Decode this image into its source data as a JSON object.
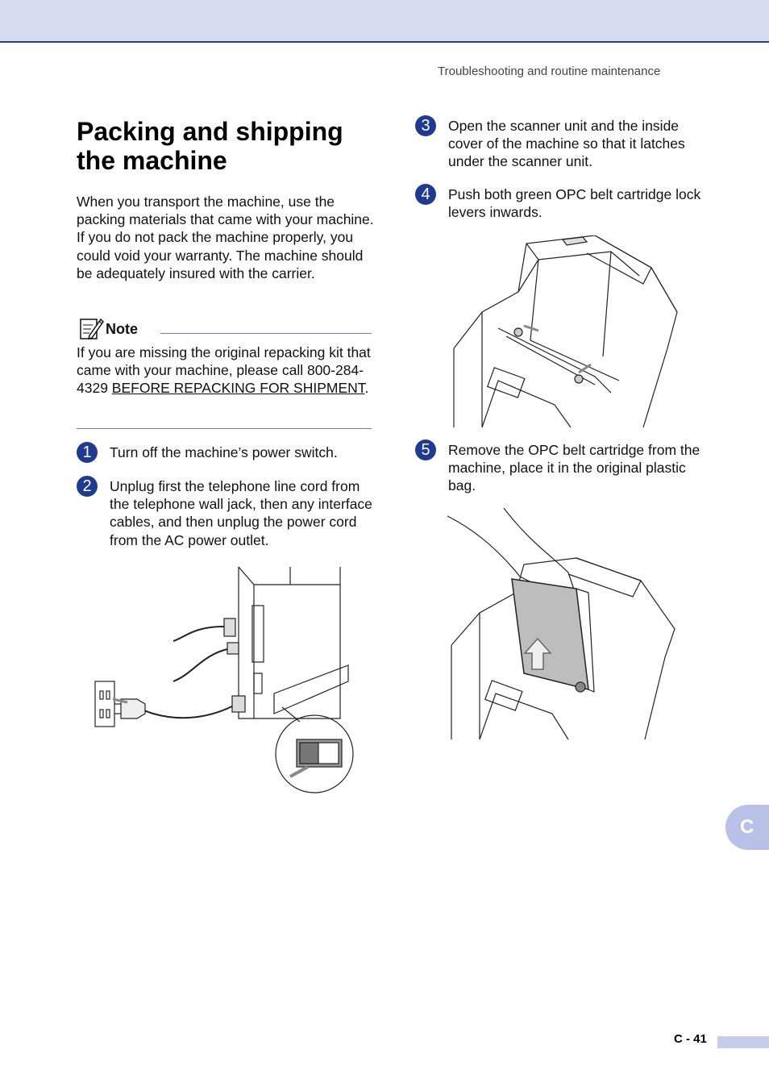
{
  "header": {
    "running_head": "Troubleshooting and routine maintenance"
  },
  "section": {
    "title": "Packing and shipping the machine",
    "intro": "When you transport the machine, use the packing materials that came with your machine. If you do not pack the machine properly, you could void your warranty. The machine should be adequately insured with the carrier."
  },
  "note": {
    "label": "Note",
    "text_before": "If you are missing the original repacking kit that came with your machine, please call 800-284-4329 ",
    "link_text": "BEFORE REPACKING FOR SHIPMENT",
    "text_after": "."
  },
  "steps": [
    {
      "number": "1",
      "text": "Turn off the machine’s power switch."
    },
    {
      "number": "2",
      "text": "Unplug first the telephone line cord from the telephone wall jack, then any interface cables, and then unplug the power cord from the AC power outlet."
    },
    {
      "number": "3",
      "text": "Open the scanner unit and the inside cover of the machine so that it latches under the scanner unit."
    },
    {
      "number": "4",
      "text": "Push both green OPC belt cartridge lock levers inwards."
    },
    {
      "number": "5",
      "text": "Remove the OPC belt cartridge from the machine, place it in the original plastic bag."
    }
  ],
  "side_tab": "C",
  "footer": {
    "page_number": "C - 41"
  },
  "colors": {
    "accent": "#1f3a93",
    "band": "#d6dcef",
    "tab": "#b9c2e6"
  }
}
